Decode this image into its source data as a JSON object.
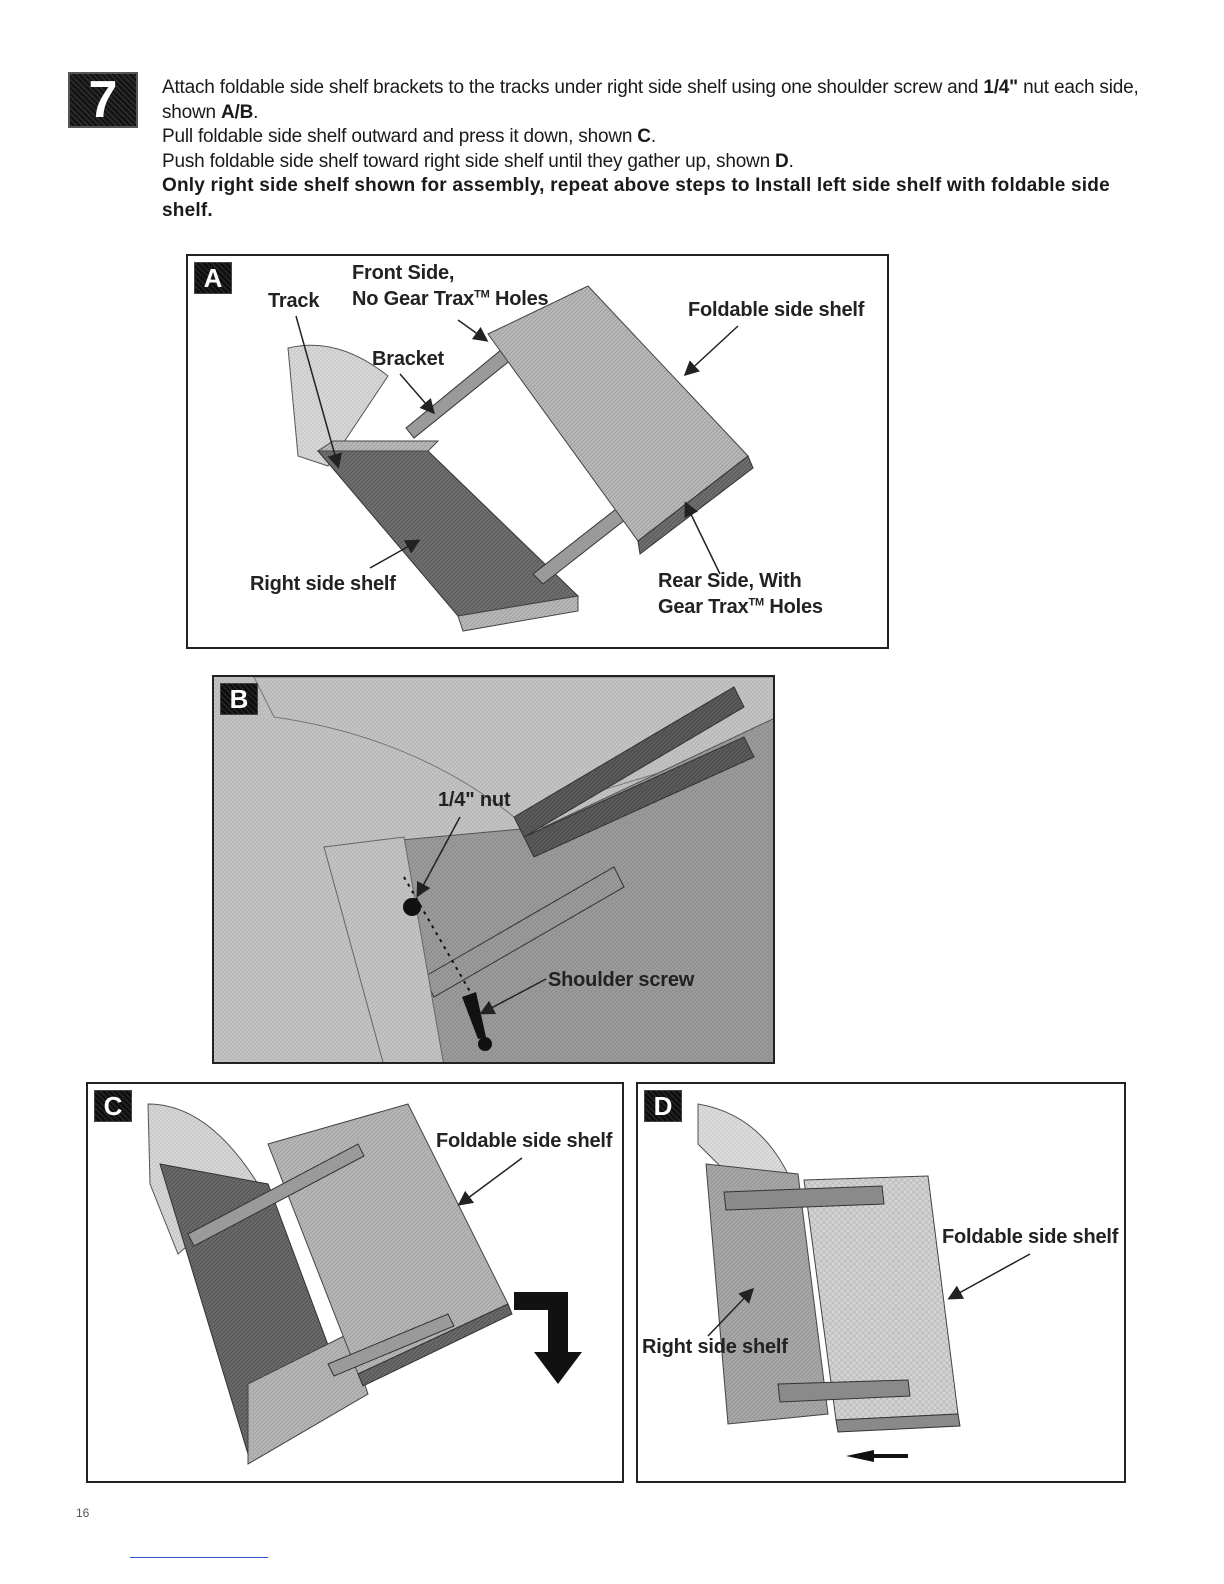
{
  "step": {
    "number": "7"
  },
  "instructions": {
    "line1_pre": "Attach foldable side shelf brackets to the tracks under right side shelf using one shoulder screw and ",
    "line1_bold": "1/4\"",
    "line1_post": " nut each side, shown ",
    "line1_ref": "A/B",
    "line1_end": ".",
    "line2_pre": "Pull foldable side shelf outward and press it down, shown ",
    "line2_ref": "C",
    "line2_end": ".",
    "line3_pre": "Push foldable side shelf toward right side shelf until they gather up, shown ",
    "line3_ref": "D",
    "line3_end": ".",
    "note": "Only right side shelf shown for assembly, repeat above steps to Install left side shelf with foldable side shelf."
  },
  "panels": {
    "a": {
      "letter": "A",
      "track": "Track",
      "front_side_1": "Front Side,",
      "front_side_2": "No Gear Trax",
      "tm": "TM",
      "holes": " Holes",
      "bracket": "Bracket",
      "foldable": "Foldable side shelf",
      "right_shelf": "Right side shelf",
      "rear_1": "Rear Side, With",
      "rear_2": "Gear Trax",
      "rear_holes": " Holes"
    },
    "b": {
      "letter": "B",
      "nut": "1/4\" nut",
      "screw": "Shoulder screw"
    },
    "c": {
      "letter": "C",
      "foldable": "Foldable side shelf"
    },
    "d": {
      "letter": "D",
      "foldable": "Foldable side shelf",
      "right_shelf": "Right side shelf"
    }
  },
  "page_number": "16"
}
